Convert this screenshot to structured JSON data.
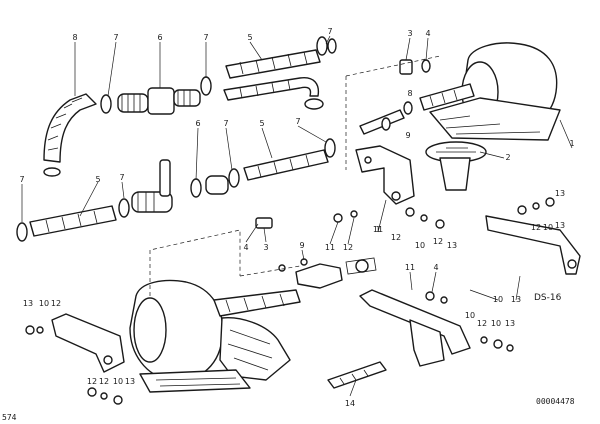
{
  "diagram": {
    "code": "DS-16",
    "drawing_number": "00004478",
    "page_mark": "574"
  },
  "callouts": [
    "8",
    "7",
    "6",
    "7",
    "5",
    "7",
    "3",
    "4",
    "7",
    "5",
    "7",
    "6",
    "7",
    "5",
    "7",
    "1",
    "2",
    "8",
    "4",
    "3",
    "9",
    "11",
    "12",
    "11",
    "12",
    "10",
    "13",
    "1",
    "12",
    "10",
    "13",
    "12",
    "13",
    "9",
    "11",
    "10",
    "12",
    "10",
    "13",
    "13",
    "10",
    "12",
    "12",
    "10",
    "13",
    "14",
    "4",
    "13",
    "10",
    "12"
  ]
}
